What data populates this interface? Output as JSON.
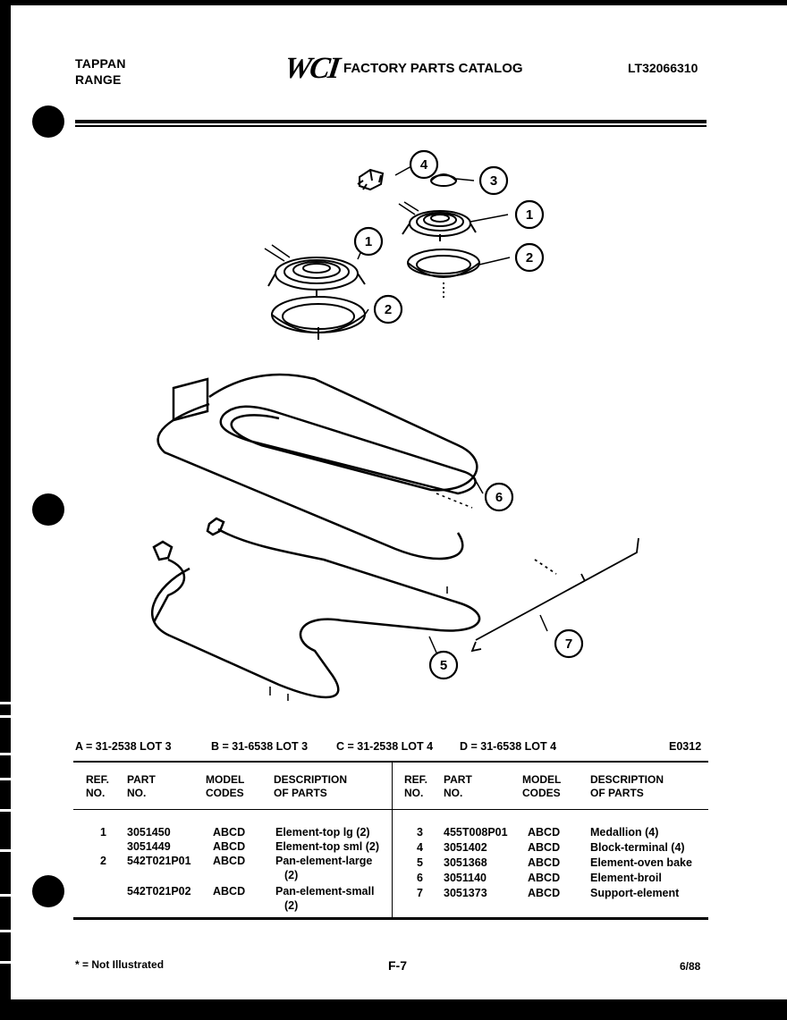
{
  "header": {
    "brand_line1": "TAPPAN",
    "brand_line2": "RANGE",
    "logo_text": "WCI",
    "catalog_title": "FACTORY PARTS CATALOG",
    "doc_id": "LT32066310"
  },
  "diagram": {
    "callouts": [
      "4",
      "3",
      "1",
      "1",
      "2",
      "2",
      "6",
      "5",
      "7"
    ]
  },
  "lots": {
    "a": "A = 31-2538 LOT 3",
    "b": "B = 31-6538 LOT 3",
    "c": "C = 31-2538 LOT 4",
    "d": "D = 31-6538 LOT 4",
    "code": "E0312"
  },
  "table": {
    "headers": {
      "ref": "REF.\nNO.",
      "part": "PART\nNO.",
      "model": "MODEL\nCODES",
      "desc": "DESCRIPTION\nOF PARTS"
    },
    "left_rows": [
      {
        "ref": "1",
        "part": "3051450",
        "model": "ABCD",
        "desc": "Element-top lg (2)"
      },
      {
        "ref": "",
        "part": "3051449",
        "model": "ABCD",
        "desc": "Element-top sml (2)"
      },
      {
        "ref": "2",
        "part": "542T021P01",
        "model": "ABCD",
        "desc": "Pan-element-large"
      },
      {
        "ref": "",
        "part": "",
        "model": "",
        "desc": "(2)"
      },
      {
        "ref": "",
        "part": "542T021P02",
        "model": "ABCD",
        "desc": "Pan-element-small"
      },
      {
        "ref": "",
        "part": "",
        "model": "",
        "desc": "(2)"
      }
    ],
    "right_rows": [
      {
        "ref": "3",
        "part": "455T008P01",
        "model": "ABCD",
        "desc": "Medallion (4)"
      },
      {
        "ref": "4",
        "part": "3051402",
        "model": "ABCD",
        "desc": "Block-terminal (4)"
      },
      {
        "ref": "5",
        "part": "3051368",
        "model": "ABCD",
        "desc": "Element-oven bake"
      },
      {
        "ref": "6",
        "part": "3051140",
        "model": "ABCD",
        "desc": "Element-broil"
      },
      {
        "ref": "7",
        "part": "3051373",
        "model": "ABCD",
        "desc": "Support-element"
      }
    ]
  },
  "footer": {
    "note": "* = Not Illustrated",
    "page": "F-7",
    "date": "6/88"
  }
}
